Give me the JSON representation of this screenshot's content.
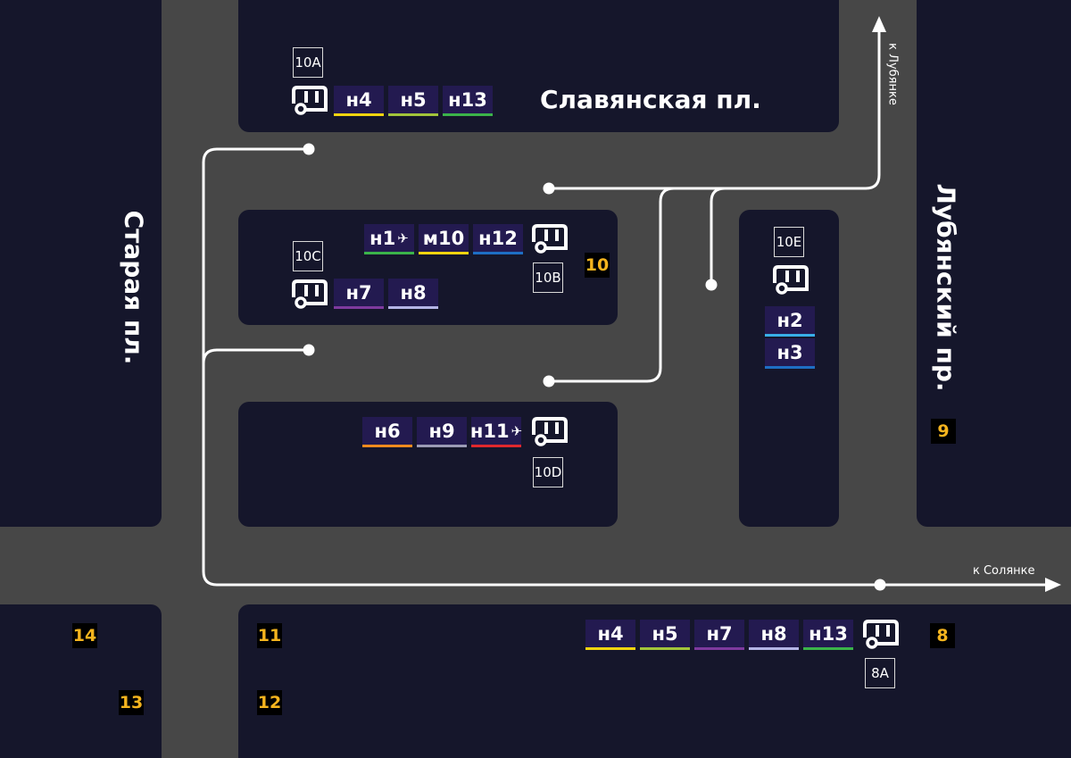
{
  "streets": {
    "slavyanskaya": "Славянская пл.",
    "staraya": "Старая пл.",
    "lubyansky": "Лубянский пр."
  },
  "directions": {
    "to_lubyanka": "к Лубянке",
    "to_solyanka": "к Солянке"
  },
  "stops": {
    "s10A": "10А",
    "s10B": "10B",
    "s10C": "10C",
    "s10D": "10D",
    "s10E": "10E",
    "s8A": "8А"
  },
  "exits": {
    "e8": "8",
    "e9": "9",
    "e10": "10",
    "e11": "11",
    "e12": "12",
    "e13": "13",
    "e14": "14"
  },
  "routes": {
    "r10A": [
      {
        "label": "н4",
        "color": "#f2d40f"
      },
      {
        "label": "н5",
        "color": "#a2c43a"
      },
      {
        "label": "н13",
        "color": "#3bb34a"
      }
    ],
    "r10B": [
      {
        "label": "н1",
        "plane": "✈",
        "color": "#3bb34a"
      },
      {
        "label": "м10",
        "color": "#f2d40f"
      },
      {
        "label": "н12",
        "color": "#1e6ec4"
      }
    ],
    "r10C": [
      {
        "label": "н7",
        "color": "#7e3a9e"
      },
      {
        "label": "н8",
        "color": "#b4b4e6"
      }
    ],
    "r10D": [
      {
        "label": "н6",
        "color": "#f08a1e"
      },
      {
        "label": "н9",
        "color": "#9b9bb5"
      },
      {
        "label": "н11",
        "plane": "✈",
        "color": "#e0282d"
      }
    ],
    "r10E": [
      {
        "label": "н2",
        "color": "#38aee6"
      },
      {
        "label": "н3",
        "color": "#1e6ec4"
      }
    ],
    "r8A": [
      {
        "label": "н4",
        "color": "#f2d40f"
      },
      {
        "label": "н5",
        "color": "#a2c43a"
      },
      {
        "label": "н7",
        "color": "#7e3a9e"
      },
      {
        "label": "н8",
        "color": "#b4b4e6"
      },
      {
        "label": "н13",
        "color": "#3bb34a"
      }
    ]
  }
}
